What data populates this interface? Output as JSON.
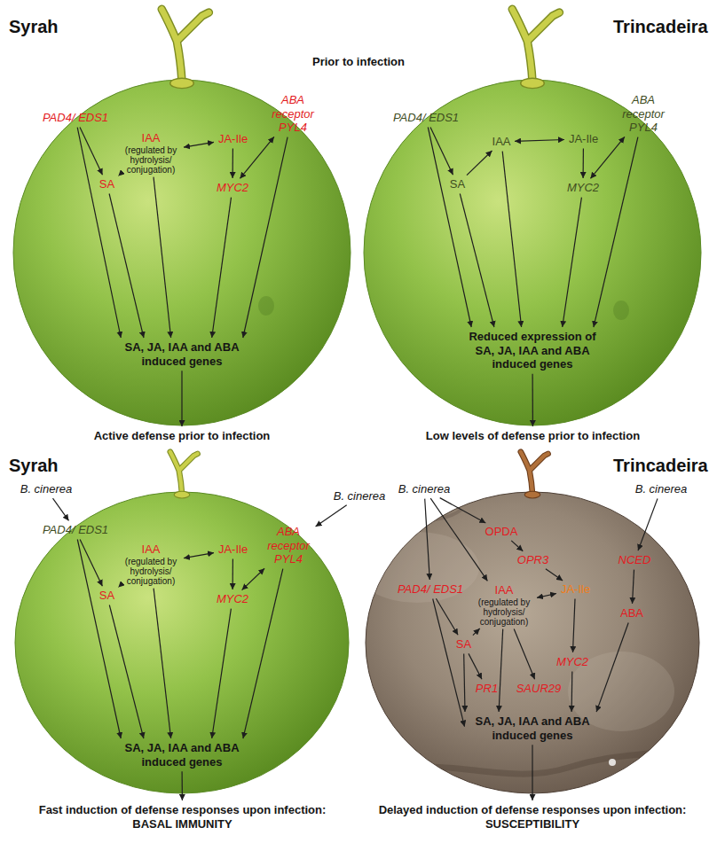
{
  "diagram": {
    "nodes": [
      {
        "text": [
          "PAD4/ EDS1"
        ]
      },
      {
        "text": [
          "IAA",
          "(regulated by hydrolysis/ conjugation)"
        ]
      },
      {
        "text": [
          "JA-Ile"
        ]
      },
      {
        "text": [
          "ABA receptor PYL4"
        ]
      },
      {
        "text": [
          "SA"
        ]
      },
      {
        "text": [
          "MYC2"
        ]
      },
      {
        "text": [
          "SA, JA, IAA and ABA induced genes"
        ]
      },
      {
        "text": [
          "Active defense prior to infection"
        ]
      },
      {
        "text": [
          "PAD4/ EDS1"
        ]
      },
      {
        "text": [
          "IAA"
        ]
      },
      {
        "text": [
          "JA-Ile"
        ]
      },
      {
        "text": [
          "ABA receptor PYL4"
        ]
      },
      {
        "text": [
          "SA"
        ]
      },
      {
        "text": [
          "MYC2"
        ]
      },
      {
        "text": [
          "Reduced expression of SA, JA, IAA and ABA induced genes"
        ]
      },
      {
        "text": [
          "Low levels of defense prior to infection"
        ]
      },
      {
        "text": [
          "B. cinerea"
        ]
      },
      {
        "text": [
          "B. cinerea"
        ]
      },
      {
        "text": [
          "PAD4/ EDS1"
        ]
      },
      {
        "text": [
          "IAA",
          "(regulated by hydrolysis/ conjugation)"
        ]
      },
      {
        "text": [
          "JA-Ile"
        ]
      },
      {
        "text": [
          "ABA receptor PYL4"
        ]
      },
      {
        "text": [
          "SA"
        ]
      },
      {
        "text": [
          "MYC2"
        ]
      },
      {
        "text": [
          "SA, JA, IAA and ABA induced genes"
        ]
      },
      {
        "text": [
          "Fast induction of defense responses upon infection:",
          "BASAL IMMUNITY"
        ]
      },
      {
        "text": [
          "B. cinerea"
        ]
      },
      {
        "text": [
          "B. cinerea"
        ]
      },
      {
        "text": [
          "OPDA"
        ]
      },
      {
        "text": [
          "OPR3"
        ]
      },
      {
        "text": [
          "NCED"
        ]
      },
      {
        "text": [
          "PAD4/ EDS1"
        ]
      },
      {
        "text": [
          "IAA",
          "(regulated by hydrolysis/ conjugation)"
        ]
      },
      {
        "text": [
          "JA-Ile"
        ]
      },
      {
        "text": [
          "ABA"
        ]
      },
      {
        "text": [
          "SA"
        ]
      },
      {
        "text": [
          "MYC2"
        ]
      },
      {
        "text": [
          "PR1"
        ]
      },
      {
        "text": [
          "SAUR29"
        ]
      },
      {
        "text": [
          "SA, JA, IAA and ABA induced genes"
        ]
      },
      {
        "text": [
          "Delayed induction of defense responses upon infection:",
          "SUSCEPTIBILITY"
        ]
      }
    ],
    "edges": [
      {
        "from": 0,
        "to": 4,
        "arrow": "to"
      },
      {
        "from": 0,
        "to": 6,
        "arrow": "to"
      },
      {
        "from": 4,
        "to": 1,
        "arrow": "to"
      },
      {
        "from": 4,
        "to": 6,
        "arrow": "to"
      },
      {
        "from": 1,
        "to": 2,
        "arrow": "both"
      },
      {
        "from": 1,
        "to": 6,
        "arrow": "to"
      },
      {
        "from": 2,
        "to": 5,
        "arrow": "to"
      },
      {
        "from": 5,
        "to": 6,
        "arrow": "to"
      },
      {
        "from": 3,
        "to": 5,
        "arrow": "both"
      },
      {
        "from": 3,
        "to": 6,
        "arrow": "to"
      },
      {
        "from": 6,
        "to": 7,
        "arrow": "to"
      },
      {
        "from": 8,
        "to": 12,
        "arrow": "to"
      },
      {
        "from": 8,
        "to": 14,
        "arrow": "to"
      },
      {
        "from": 12,
        "to": 9,
        "arrow": "to"
      },
      {
        "from": 12,
        "to": 14,
        "arrow": "to"
      },
      {
        "from": 9,
        "to": 10,
        "arrow": "both"
      },
      {
        "from": 9,
        "to": 14,
        "arrow": "to"
      },
      {
        "from": 10,
        "to": 13,
        "arrow": "to"
      },
      {
        "from": 13,
        "to": 14,
        "arrow": "to"
      },
      {
        "from": 11,
        "to": 13,
        "arrow": "both"
      },
      {
        "from": 11,
        "to": 14,
        "arrow": "to"
      },
      {
        "from": 14,
        "to": 15,
        "arrow": "to"
      },
      {
        "from": 16,
        "to": 18,
        "arrow": "to"
      },
      {
        "from": 17,
        "to": 21,
        "arrow": "to"
      },
      {
        "from": 18,
        "to": 22,
        "arrow": "to"
      },
      {
        "from": 18,
        "to": 24,
        "arrow": "to"
      },
      {
        "from": 22,
        "to": 19,
        "arrow": "to"
      },
      {
        "from": 22,
        "to": 24,
        "arrow": "to"
      },
      {
        "from": 19,
        "to": 20,
        "arrow": "both"
      },
      {
        "from": 19,
        "to": 24,
        "arrow": "to"
      },
      {
        "from": 20,
        "to": 23,
        "arrow": "to"
      },
      {
        "from": 23,
        "to": 24,
        "arrow": "to"
      },
      {
        "from": 21,
        "to": 23,
        "arrow": "both"
      },
      {
        "from": 21,
        "to": 24,
        "arrow": "to"
      },
      {
        "from": 24,
        "to": 25,
        "arrow": "to"
      },
      {
        "from": 26,
        "to": 28,
        "arrow": "to"
      },
      {
        "from": 26,
        "to": 31,
        "arrow": "to"
      },
      {
        "from": 26,
        "to": 32,
        "arrow": "to"
      },
      {
        "from": 27,
        "to": 30,
        "arrow": "to"
      },
      {
        "from": 28,
        "to": 29,
        "arrow": "to"
      },
      {
        "from": 29,
        "to": 33,
        "arrow": "to"
      },
      {
        "from": 30,
        "to": 34,
        "arrow": "to"
      },
      {
        "from": 31,
        "to": 35,
        "arrow": "to"
      },
      {
        "from": 31,
        "to": 39,
        "arrow": "to"
      },
      {
        "from": 35,
        "to": 32,
        "arrow": "to"
      },
      {
        "from": 35,
        "to": 37,
        "arrow": "to"
      },
      {
        "from": 35,
        "to": 39,
        "arrow": "to"
      },
      {
        "from": 32,
        "to": 33,
        "arrow": "both"
      },
      {
        "from": 32,
        "to": 38,
        "arrow": "to"
      },
      {
        "from": 32,
        "to": 39,
        "arrow": "to"
      },
      {
        "from": 33,
        "to": 36,
        "arrow": "to"
      },
      {
        "from": 36,
        "to": 39,
        "arrow": "to"
      },
      {
        "from": 34,
        "to": 39,
        "arrow": "to"
      },
      {
        "from": 39,
        "to": 40,
        "arrow": "to"
      }
    ],
    "labels": [
      "Syrah",
      "Trincadeira",
      "Prior to infection",
      "Syrah",
      "Trincadeira"
    ]
  }
}
